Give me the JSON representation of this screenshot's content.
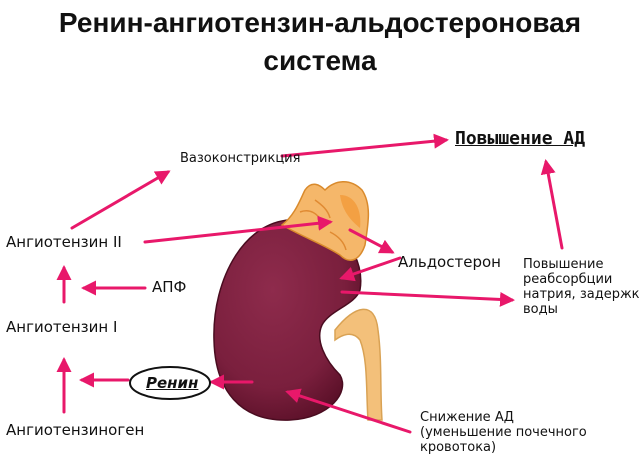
{
  "title": {
    "line1": "Ренин-ангиотензин-альдостероновая",
    "line2": "система"
  },
  "nodes": {
    "vasoconstriction": "Вазоконстрикция",
    "bp_increase": "Повышение АД",
    "angiotensin2": "Ангиотензин II",
    "ace": "АПФ",
    "angiotensin1": "Ангиотензин I",
    "renin": "Ренин",
    "angiotensinogen": "Ангиотензиноген",
    "aldosterone": "Альдостерон",
    "reabsorption": [
      "Повышение",
      "реабсорбции",
      "натрия, задержк",
      "воды"
    ],
    "bp_decrease": [
      "Снижение АД",
      "(уменьшение почечного",
      "кровотока)"
    ]
  },
  "colors": {
    "arrow": "#e8186a",
    "kidney": "#7a1f3d",
    "kidney_dark": "#5a1028",
    "adrenal": "#f5b76a",
    "adrenal_dark": "#e89a3c",
    "ureter": "#f3c07a"
  }
}
